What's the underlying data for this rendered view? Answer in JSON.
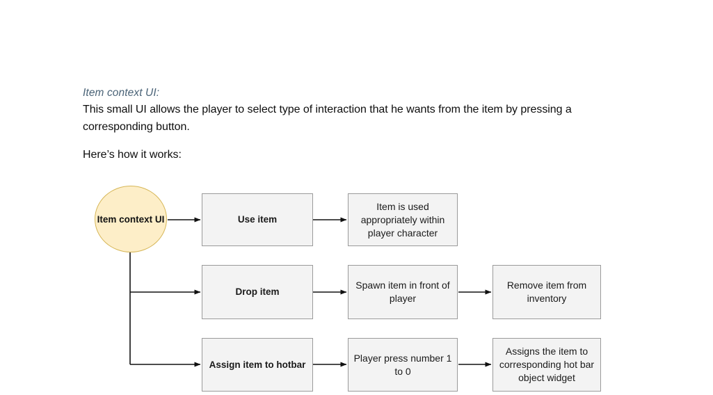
{
  "document": {
    "heading": "Item context UI:",
    "paragraph_1": "This small UI allows the player to select type of interaction that he wants from the item by pressing a corresponding button.",
    "paragraph_2": "Here’s how it works:"
  },
  "diagram": {
    "start_node": {
      "label": "Item context UI",
      "shape": "ellipse",
      "fill": "#fdeec8",
      "stroke": "#d6b656"
    },
    "box_fill": "#f3f3f3",
    "box_stroke": "#9a9a9a",
    "edge_color": "#111111",
    "rows": [
      {
        "action": "Use item",
        "step_2": "Item is used appropriately within player character",
        "step_3": ""
      },
      {
        "action": "Drop item",
        "step_2": "Spawn item in front of player",
        "step_3": "Remove item from inventory"
      },
      {
        "action": "Assign item to hotbar",
        "step_2": "Player press number 1 to 0",
        "step_3": "Assigns the item to corresponding hot bar object widget"
      }
    ]
  }
}
